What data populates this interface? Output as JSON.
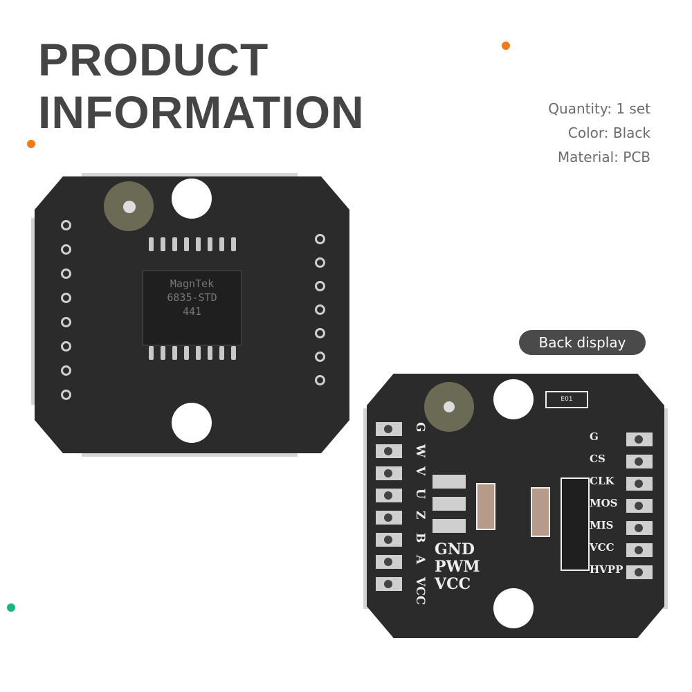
{
  "title": {
    "line1": "PRODUCT",
    "line2": "INFORMATION"
  },
  "specs": [
    "Quantity: 1 set",
    "Color: Black",
    "Material: PCB"
  ],
  "back_label": "Back display",
  "front_chip": {
    "line1": "MagnTek",
    "line2": "6835-STD",
    "line3": "441"
  },
  "back_silk": {
    "left_pins": [
      "G",
      "W",
      "V",
      "U",
      "Z",
      "B",
      "A",
      "VCC"
    ],
    "center": [
      "GND",
      "PWM",
      "VCC"
    ],
    "right_pins": [
      "G",
      "CS",
      "CLK",
      "MOS",
      "MIS",
      "VCC",
      "HVPP"
    ],
    "resistor": "E01"
  },
  "colors": {
    "accent_orange": "#f07a1a",
    "accent_green": "#1bb584",
    "title": "#454545",
    "pcb": "#2b2b2b"
  }
}
